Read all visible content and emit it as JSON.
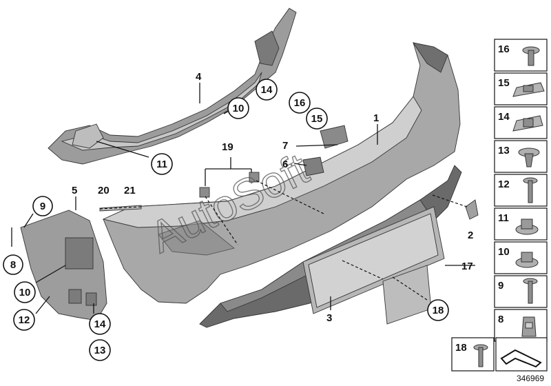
{
  "diagram": {
    "diagram_number": "346969",
    "watermark": "AutoSoft",
    "callouts": {
      "n1": "1",
      "n2": "2",
      "n3": "3",
      "n4": "4",
      "n5": "5",
      "n6": "6",
      "n7": "7",
      "n8": "8",
      "n9": "9",
      "n10a": "10",
      "n10b": "10",
      "n11": "11",
      "n12": "12",
      "n13": "13",
      "n14a": "14",
      "n14b": "14",
      "n15": "15",
      "n16": "16",
      "n17": "17",
      "n18": "18",
      "n19": "19",
      "n20": "20",
      "n21": "21"
    },
    "fastener_table": [
      "16",
      "15",
      "14",
      "13",
      "12",
      "11",
      "10",
      "9",
      "8"
    ],
    "bottom_cell": "18"
  },
  "colors": {
    "part_fill": "#a9a9a9",
    "part_dark": "#6f6f6f",
    "part_light": "#cfcfcf"
  },
  "icons": [
    "bolt-icon",
    "clip-nut-icon",
    "expanding-rivet-icon",
    "hex-nut-icon",
    "spring-nut-icon",
    "assembly-arrow-icon"
  ]
}
